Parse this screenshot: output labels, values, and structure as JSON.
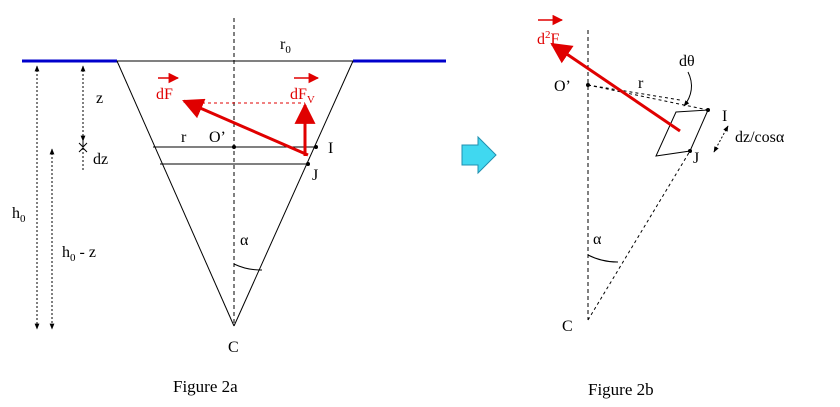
{
  "labels_2a": {
    "r0": "r",
    "r0_sub": "0",
    "z": "z",
    "dz": "dz",
    "h0": "h",
    "h0_sub": "0",
    "h0_minus_z": "h",
    "h0_minus_z_sub": "0",
    "h0_minus_z_rest": " - z",
    "dF": "dF",
    "dFv": "dF",
    "dFv_sub": "V",
    "r": "r",
    "O": "O’",
    "I": "I",
    "J": "J",
    "alpha": "α",
    "C": "C"
  },
  "labels_2b": {
    "d2F_d": "d",
    "d2F_sup": "2",
    "d2F_F": "F",
    "O": "O’",
    "r": "r",
    "dtheta": "dθ",
    "I": "I",
    "J": "J",
    "dz_cos": "dz/cosα",
    "alpha": "α",
    "C": "C"
  },
  "captions": {
    "fig_a": "Figure 2a",
    "fig_b": "Figure 2b"
  },
  "colors": {
    "water_surface": "#0000cc",
    "force": "#e00000",
    "arrow_fill": "#40d8f0",
    "arrow_stroke": "#2090b0"
  }
}
